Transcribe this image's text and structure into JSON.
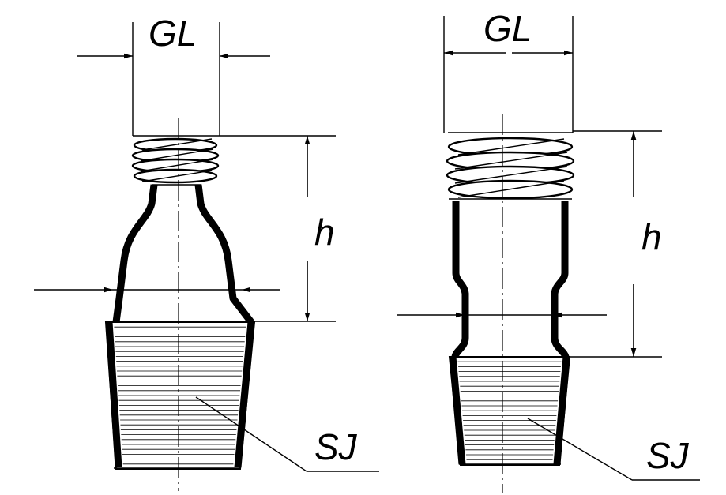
{
  "figures": [
    {
      "id": "adapter-left",
      "label_thread": "GL",
      "label_height": "h",
      "label_joint": "SJ"
    },
    {
      "id": "adapter-right",
      "label_thread": "GL",
      "label_height": "h",
      "label_joint": "SJ"
    }
  ]
}
